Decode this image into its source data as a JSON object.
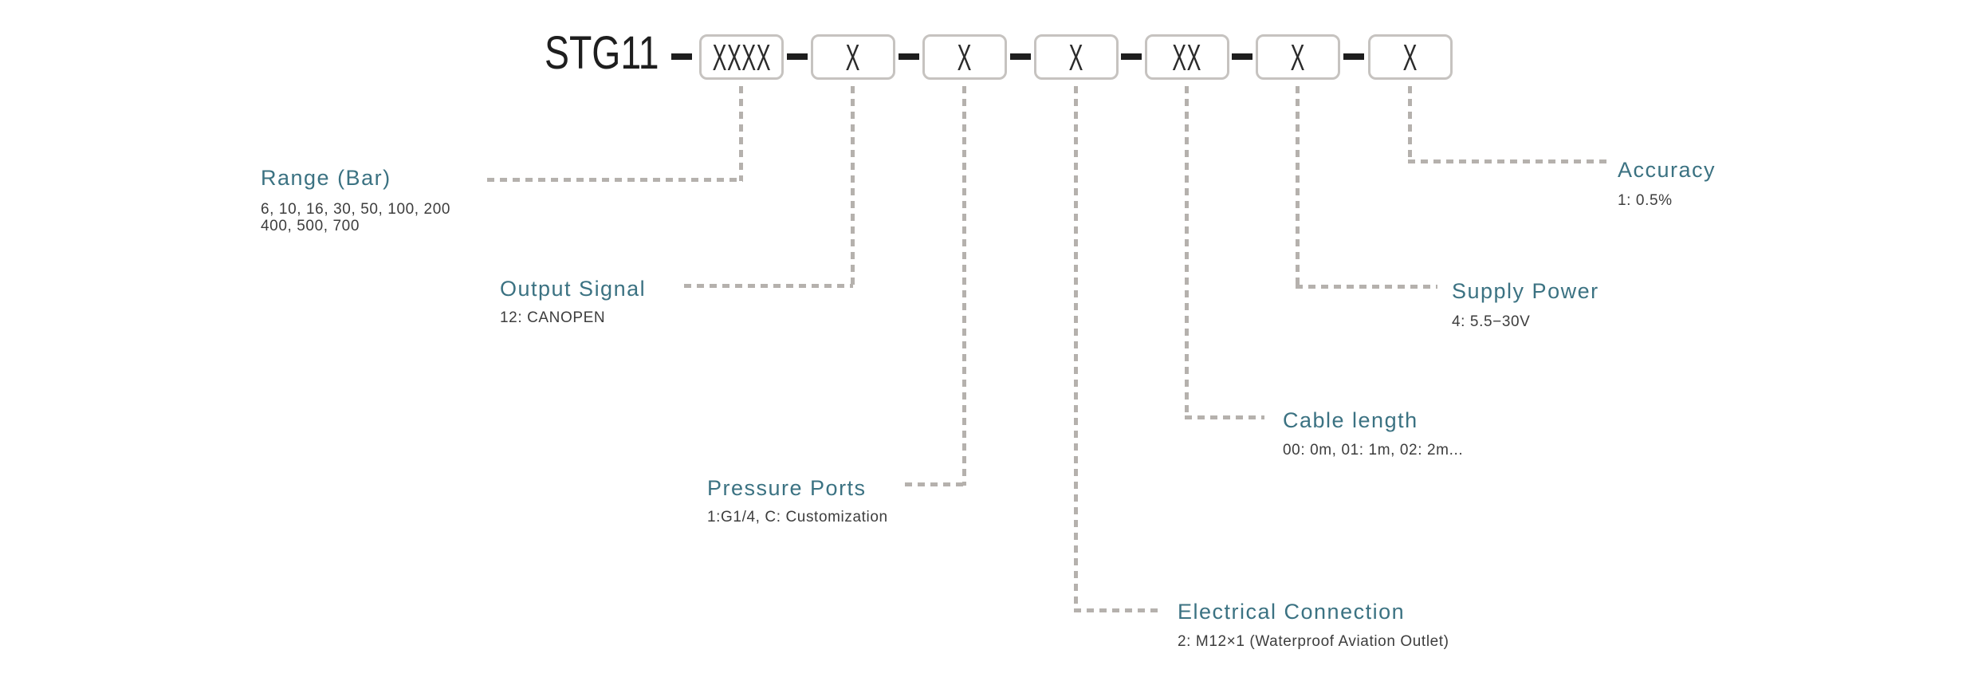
{
  "model_code": {
    "prefix": "STG11",
    "segments": [
      "XXXX",
      "X",
      "X",
      "X",
      "XX",
      "X",
      "X"
    ]
  },
  "fields": [
    {
      "id": "range",
      "label": "Range (Bar)",
      "desc_lines": [
        "6、10、16、30、50、100、200",
        "400、500、700"
      ]
    },
    {
      "id": "output-signal",
      "label": "Output Signal",
      "desc_lines": [
        "12: CANOPEN"
      ]
    },
    {
      "id": "pressure-ports",
      "label": "Pressure Ports",
      "desc_lines": [
        "1:G1/4、C: Customization"
      ]
    },
    {
      "id": "electrical-connection",
      "label": "Electrical Connection",
      "desc_lines": [
        "2: M12×1 (Waterproof Aviation Outlet)"
      ]
    },
    {
      "id": "cable-length",
      "label": "Cable length",
      "desc_lines": [
        "00: 0m、01: 1m、 02: 2m..."
      ]
    },
    {
      "id": "supply-power",
      "label": "Supply Power",
      "desc_lines": [
        "4: 5.5−30V"
      ]
    },
    {
      "id": "accuracy",
      "label": "Accuracy",
      "desc_lines": [
        "1: 0.5%"
      ]
    }
  ],
  "colors": {
    "accent": "#3b7282",
    "body_text": "#3d3d3d",
    "box_border": "#c6c3c0",
    "connector_dash": "#b5b1ad",
    "code_text": "#1e1e1e",
    "background": "#ffffff"
  }
}
